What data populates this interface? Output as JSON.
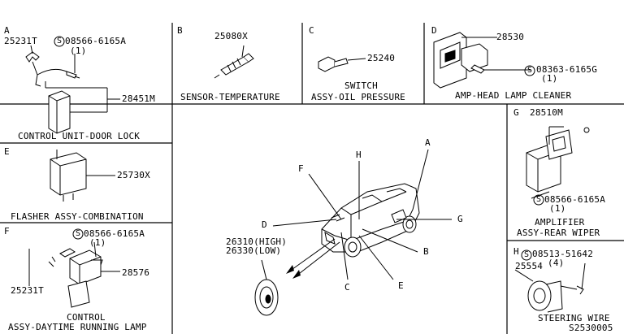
{
  "panels": {
    "A": {
      "letter": "A",
      "part_no": "25231T",
      "bolt_no": "08566-6165A",
      "bolt_qty": "(1)",
      "unit_no": "28451M",
      "caption": "CONTROL UNIT-DOOR LOCK"
    },
    "B": {
      "letter": "B",
      "part_no": "25080X",
      "caption": "SENSOR-TEMPERATURE"
    },
    "C": {
      "letter": "C",
      "part_no": "25240",
      "caption_line1": "SWITCH",
      "caption_line2": "ASSY-OIL PRESSURE"
    },
    "D": {
      "letter": "D",
      "part_no": "28530",
      "bolt_no": "08363-6165G",
      "bolt_qty": "(1)",
      "caption": "AMP-HEAD LAMP CLEANER"
    },
    "E": {
      "letter": "E",
      "part_no": "25730X",
      "caption": "FLASHER ASSY-COMBINATION"
    },
    "F": {
      "letter": "F",
      "bolt_no": "08566-6165A",
      "bolt_qty": "(1)",
      "part_no": "28576",
      "part_no2": "25231T",
      "caption_line1": "CONTROL",
      "caption_line2": "ASSY-DAYTIME RUNNING LAMP"
    },
    "G": {
      "letter": "G",
      "part_no": "28510M",
      "bolt_no": "08566-6165A",
      "bolt_qty": "(1)",
      "caption_line1": "AMPLIFIER",
      "caption_line2": "ASSY-REAR WIPER"
    },
    "H": {
      "letter": "H",
      "bolt_no": "08513-51642",
      "bolt_qty": "(4)",
      "part_no": "25554",
      "caption": "STEERING WIRE"
    }
  },
  "center": {
    "horn_high": "26310(HIGH)",
    "horn_low": "26330(LOW)",
    "callouts": [
      "A",
      "B",
      "C",
      "D",
      "E",
      "F",
      "G",
      "H"
    ]
  },
  "diagram_code": "S2530005",
  "screw_symbol": "S"
}
